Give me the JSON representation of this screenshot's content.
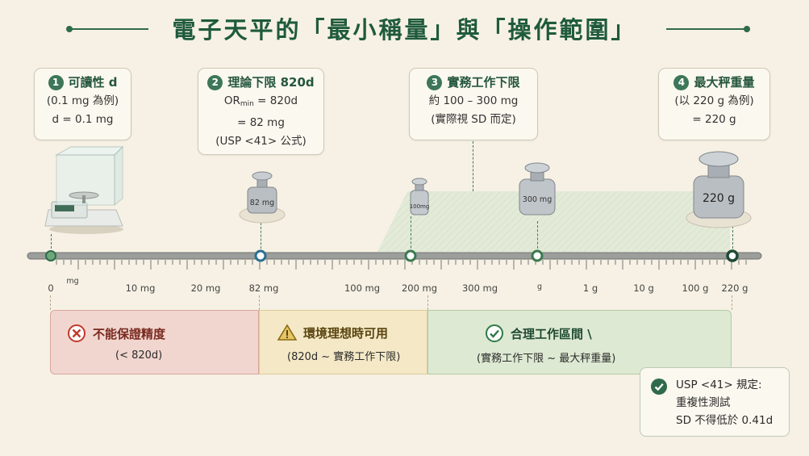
{
  "title": "電子天平的「最小稱量」與「操作範圍」",
  "callouts": [
    {
      "num": "1",
      "head": "可讀性 d",
      "lines": [
        "(0.1 mg 為例)",
        "d = 0.1 mg"
      ]
    },
    {
      "num": "2",
      "head": "理論下限 820d",
      "or_prefix": "OR",
      "or_sub": "min",
      "or_rest": " = 820d",
      "lines": [
        "= 82 mg",
        "(USP <41> 公式)"
      ]
    },
    {
      "num": "3",
      "head": "實務工作下限",
      "lines": [
        "約 100 – 300 mg",
        "(實際視 SD 而定)"
      ]
    },
    {
      "num": "4",
      "head": "最大秤重量",
      "lines": [
        "(以 220 g 為例)",
        "= 220 g"
      ]
    }
  ],
  "weights": [
    "82 mg",
    "100mg",
    "300 mg",
    "220 g"
  ],
  "ticks": [
    {
      "label": "0",
      "small": false
    },
    {
      "label": "mg",
      "small": true
    },
    {
      "label": "10 mg",
      "small": false
    },
    {
      "label": "20 mg",
      "small": false
    },
    {
      "label": "82 mg",
      "small": false
    },
    {
      "label": "100 mg",
      "small": false
    },
    {
      "label": "200 mg",
      "small": false
    },
    {
      "label": "300 mg",
      "small": false
    },
    {
      "label": "g",
      "small": true
    },
    {
      "label": "1 g",
      "small": false
    },
    {
      "label": "10 g",
      "small": false
    },
    {
      "label": "100 g",
      "small": false
    },
    {
      "label": "220 g",
      "small": false
    }
  ],
  "regions": [
    {
      "title": "不能保證精度",
      "sub": "(< 820d)",
      "color": "#c0392b"
    },
    {
      "title": "環境理想時可用",
      "sub": "(820d ~ 實務工作下限)",
      "color": "#b58a1b"
    },
    {
      "title": "合理工作區間 \\",
      "sub": "(實務工作下限 ~ 最大秤重量)",
      "color": "#2f7a47"
    }
  ],
  "usp": {
    "title": "USP <41> 規定:",
    "line1": "重複性測試",
    "line2": "SD 不得低於 0.41d"
  },
  "colors": {
    "accent": "#1f5a3c",
    "red": "#c0392b",
    "amber": "#b58a1b",
    "green": "#2f7a47"
  }
}
